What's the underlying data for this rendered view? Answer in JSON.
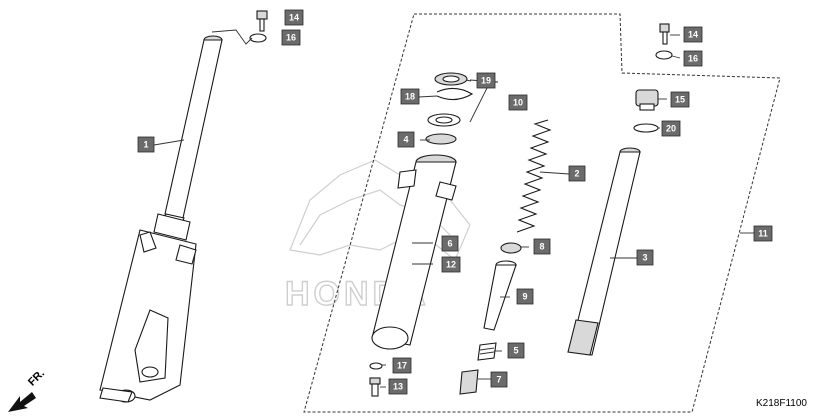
{
  "diagram": {
    "code": "K218F1100",
    "direction_label": "FR.",
    "callouts": [
      {
        "id": "c1",
        "label": "1"
      },
      {
        "id": "c2",
        "label": "2"
      },
      {
        "id": "c3",
        "label": "3"
      },
      {
        "id": "c4",
        "label": "4"
      },
      {
        "id": "c5",
        "label": "5"
      },
      {
        "id": "c6",
        "label": "6"
      },
      {
        "id": "c7",
        "label": "7"
      },
      {
        "id": "c8",
        "label": "8"
      },
      {
        "id": "c9",
        "label": "9"
      },
      {
        "id": "c10",
        "label": "10"
      },
      {
        "id": "c11",
        "label": "11"
      },
      {
        "id": "c12",
        "label": "12"
      },
      {
        "id": "c13",
        "label": "13"
      },
      {
        "id": "c14a",
        "label": "14"
      },
      {
        "id": "c14b",
        "label": "14"
      },
      {
        "id": "c15",
        "label": "15"
      },
      {
        "id": "c16a",
        "label": "16"
      },
      {
        "id": "c16b",
        "label": "16"
      },
      {
        "id": "c17",
        "label": "17"
      },
      {
        "id": "c18",
        "label": "18"
      },
      {
        "id": "c19",
        "label": "19"
      },
      {
        "id": "c20",
        "label": "20"
      }
    ],
    "watermark": {
      "text": "HONDA"
    },
    "colors": {
      "callout_fill": "#6b6b6b",
      "line": "#1a1a1a",
      "watermark": "#cfcfcf"
    }
  }
}
